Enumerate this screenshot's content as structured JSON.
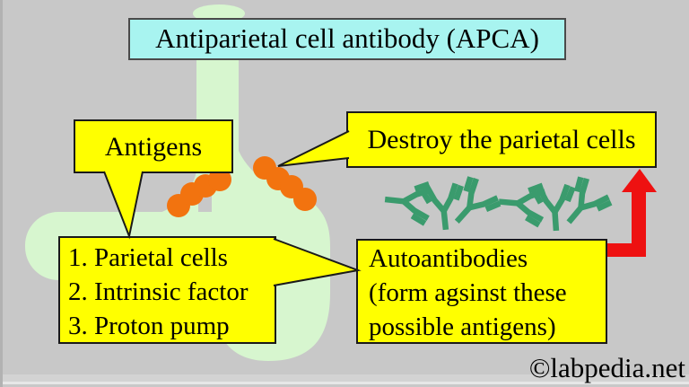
{
  "title": {
    "text": "Antiparietal cell antibody (APCA)"
  },
  "callouts": {
    "antigens": {
      "label": "Antigens"
    },
    "destroy": {
      "label": "Destroy the parietal cells"
    }
  },
  "antigen_list": {
    "items": [
      "1. Parietal cells",
      "2. Intrinsic factor",
      "3. Proton pump"
    ]
  },
  "autoantibodies": {
    "lines": [
      "Autoantibodies",
      "(form agsinst these",
      "possible antigens)"
    ]
  },
  "watermark": {
    "text": "©labpedia.net"
  },
  "colors": {
    "background_gray": "#c8c8c8",
    "box_yellow": "#ffff00",
    "box_cyan": "#a8f4f0",
    "stomach_green": "#d7f6cf",
    "antigen_orange": "#f2730f",
    "antibody_green": "#3a9b6d",
    "arrow_red": "#ee1111",
    "outline_black": "#1a1a1a",
    "text_black": "#000000"
  },
  "icons": {
    "antibody": "antibody-y-icon",
    "antigen": "antigen-dot-icon",
    "stomach": "stomach-shape",
    "arrow": "red-up-arrow-icon"
  }
}
